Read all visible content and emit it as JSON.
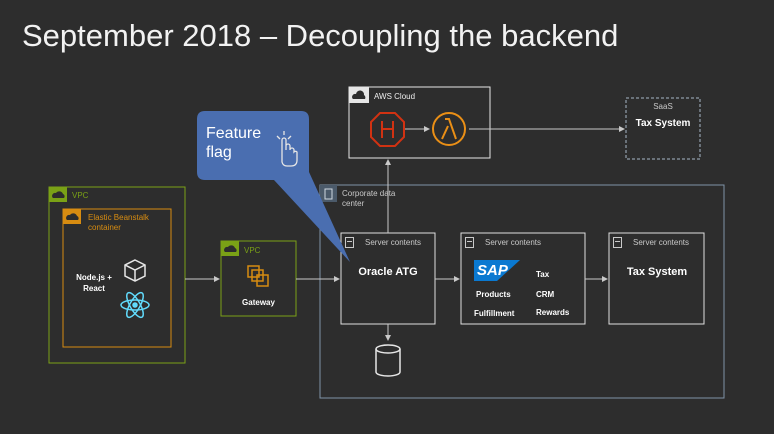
{
  "title": "September 2018 – Decoupling the backend",
  "callout": {
    "text": "Feature flag"
  },
  "aws_cloud": {
    "label": "AWS Cloud",
    "icons": [
      "api-gateway-icon",
      "lambda-icon"
    ]
  },
  "saas": {
    "label": "SaaS",
    "system": "Tax System"
  },
  "vpc_left": {
    "label": "VPC",
    "container_label": "Elastic Beanstalk container",
    "stack": "Node.js + React",
    "icons": [
      "cube-icon",
      "react-icon"
    ]
  },
  "vpc_gateway": {
    "label": "VPC",
    "gateway_label": "Gateway"
  },
  "corporate": {
    "label": "Corporate data center"
  },
  "server_boxes": {
    "oracle": {
      "header": "Server contents",
      "name": "Oracle ATG"
    },
    "sap": {
      "header": "Server contents",
      "logo": "SAP",
      "items_left": [
        "Products",
        "Fulfillment"
      ],
      "items_right": [
        "Tax",
        "CRM",
        "Rewards"
      ]
    },
    "tax": {
      "header": "Server contents",
      "name": "Tax System"
    }
  },
  "colors": {
    "background": "#2d2d2d",
    "vpc_green": "#7aa116",
    "beanstalk_orange": "#d78c11",
    "aws_red": "#d13212",
    "lambda_orange": "#ea8f16",
    "callout_blue": "#4a6eb0",
    "line_gray": "#8fa1b3",
    "sap_blue": "#0a79d1",
    "react_cyan": "#61dafb"
  }
}
